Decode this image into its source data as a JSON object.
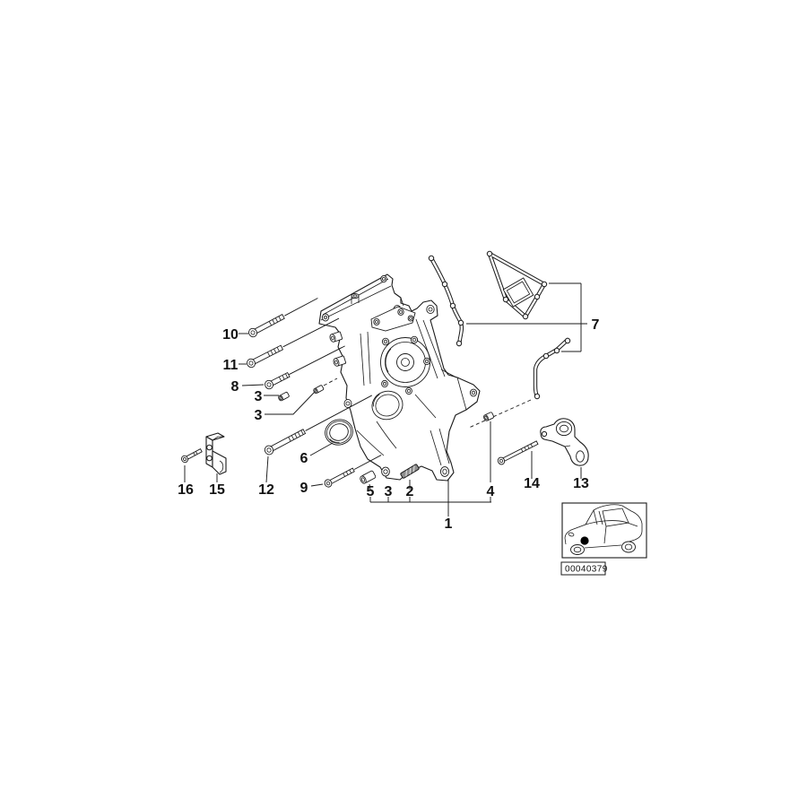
{
  "figure": {
    "type": "exploded-parts-diagram",
    "colors": {
      "background": "#ffffff",
      "line": "#1a1a1a",
      "pin_fill": "#8f8f8f",
      "locator_dot": "#000000"
    },
    "callouts": [
      {
        "label": "10"
      },
      {
        "label": "11"
      },
      {
        "label": "8"
      },
      {
        "label": "3"
      },
      {
        "label": "3"
      },
      {
        "label": "6"
      },
      {
        "label": "16"
      },
      {
        "label": "15"
      },
      {
        "label": "12"
      },
      {
        "label": "9"
      },
      {
        "label": "5"
      },
      {
        "label": "3"
      },
      {
        "label": "2"
      },
      {
        "label": "1"
      },
      {
        "label": "4"
      },
      {
        "label": "14"
      },
      {
        "label": "13"
      },
      {
        "label": "7"
      }
    ],
    "badge": {
      "code": "00040379"
    }
  }
}
